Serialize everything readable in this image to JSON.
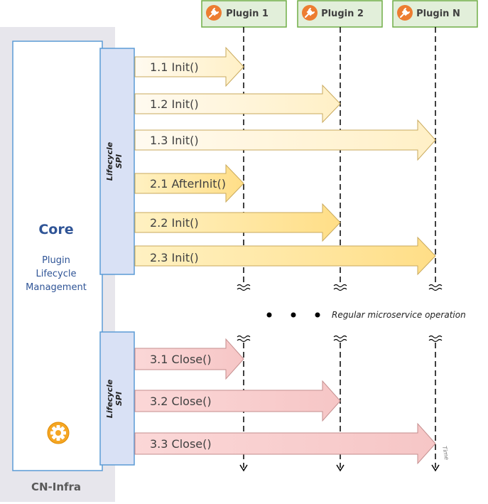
{
  "container": {
    "label": "CN-Infra"
  },
  "core": {
    "title": "Core",
    "subtitle_lines": [
      "Plugin",
      "Lifecycle",
      "Management"
    ],
    "icon": "gear-icon"
  },
  "spi_label_lines": [
    "Lifecycle",
    "SPI"
  ],
  "plugins": [
    {
      "label": "Plugin 1",
      "icon": "plug-icon"
    },
    {
      "label": "Plugin 2",
      "icon": "plug-icon"
    },
    {
      "label": "Plugin N",
      "icon": "plug-icon"
    }
  ],
  "arrows": {
    "init_phase": [
      {
        "label": "1.1 Init()",
        "target": "Plugin 1"
      },
      {
        "label": "1.2 Init()",
        "target": "Plugin 2"
      },
      {
        "label": "1.3 Init()",
        "target": "Plugin N"
      }
    ],
    "after_init_phase": [
      {
        "label": "2.1 AfterInit()",
        "target": "Plugin 1"
      },
      {
        "label": "2.2 Init()",
        "target": "Plugin 2"
      },
      {
        "label": "2.3 Init()",
        "target": "Plugin N"
      }
    ],
    "close_phase": [
      {
        "label": "3.1 Close()",
        "target": "Plugin 1"
      },
      {
        "label": "3.2 Close()",
        "target": "Plugin 2"
      },
      {
        "label": "3.3 Close()",
        "target": "Plugin N"
      }
    ]
  },
  "operation_note": "Regular microservice operation",
  "time_label": "Time",
  "colors": {
    "plugin_box_fill": "#e2efda",
    "plugin_box_border": "#70ad47",
    "plugin_icon": "#ed7d31",
    "container_fill": "#e7e6ec",
    "core_border": "#5b9bd5",
    "spi_fill": "#d9e1f5",
    "init_fill": "#fff2cc",
    "after_init_fill": "#ffe699",
    "close_fill": "#f8cbcb",
    "arrow_border": "#c9a95c",
    "close_border": "#c48e8e"
  }
}
